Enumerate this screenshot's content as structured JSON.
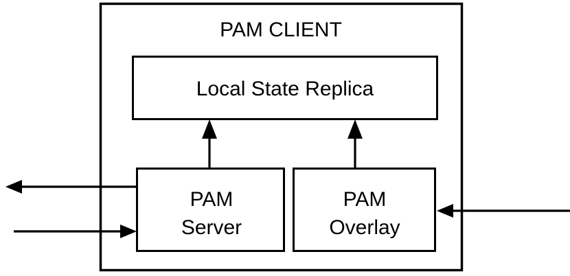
{
  "diagram": {
    "title": "PAM CLIENT",
    "container": {
      "name": "PAM CLIENT",
      "label": "PAM CLIENT"
    },
    "nodes": [
      {
        "id": "local-state-replica",
        "label": "Local State Replica",
        "lines": [
          "Local State Replica"
        ]
      },
      {
        "id": "pam-server",
        "label": "PAM Server",
        "lines": [
          "PAM",
          "Server"
        ]
      },
      {
        "id": "pam-overlay",
        "label": "PAM Overlay",
        "lines": [
          "PAM",
          "Overlay"
        ]
      }
    ],
    "connections": [
      {
        "id": "server-to-replica",
        "from": "pam-server",
        "to": "local-state-replica",
        "direction": "up"
      },
      {
        "id": "overlay-to-replica",
        "from": "pam-overlay",
        "to": "local-state-replica",
        "direction": "up"
      },
      {
        "id": "server-outbound-left",
        "from": "pam-server",
        "to": "external-left",
        "direction": "left"
      },
      {
        "id": "external-inbound-to-server",
        "from": "external-left",
        "to": "pam-server",
        "direction": "right"
      },
      {
        "id": "external-inbound-to-overlay",
        "from": "external-right",
        "to": "pam-overlay",
        "direction": "left"
      }
    ],
    "colors": {
      "stroke": "#000000",
      "fill": "#ffffff",
      "text": "#000000"
    }
  }
}
